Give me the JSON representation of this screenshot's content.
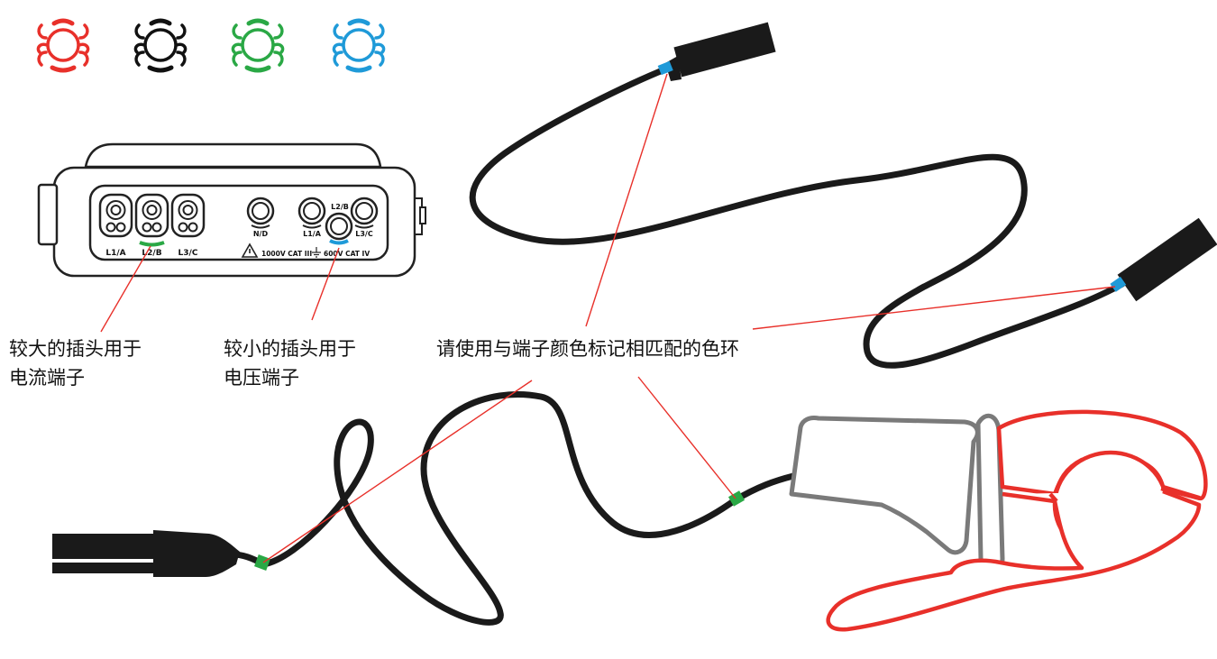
{
  "color_rings": {
    "icons": [
      "ring-red-icon",
      "ring-black-icon",
      "ring-green-icon",
      "ring-blue-icon"
    ],
    "colors": [
      "#e8302a",
      "#111111",
      "#2aa845",
      "#1f9ad8"
    ]
  },
  "device": {
    "current_terminals": [
      "L1/A",
      "L2/B",
      "L3/C"
    ],
    "voltage_terminals": {
      "neutral": "N/D",
      "l1": "L1/A",
      "l2": "L2/B",
      "l3": "L3/C"
    },
    "rating_left": "1000V CAT III",
    "rating_right": "600V CAT IV",
    "warning_icon": "warning-triangle-icon",
    "ground_icon": "ground-icon"
  },
  "callouts": {
    "large_plug_line1": "较大的插头用于",
    "large_plug_line2": "电流端子",
    "small_plug_line1": "较小的插头用于",
    "small_plug_line2": "电压端子",
    "color_ring_note": "请使用与端子颜色标记相匹配的色环"
  },
  "colors": {
    "cable": "#1a1a1a",
    "leader_line": "#e8302a",
    "clamp_jaw": "#e8302a",
    "clamp_handle": "#7a7a7a",
    "ring_blue": "#1f9ad8",
    "ring_green": "#2aa845"
  }
}
